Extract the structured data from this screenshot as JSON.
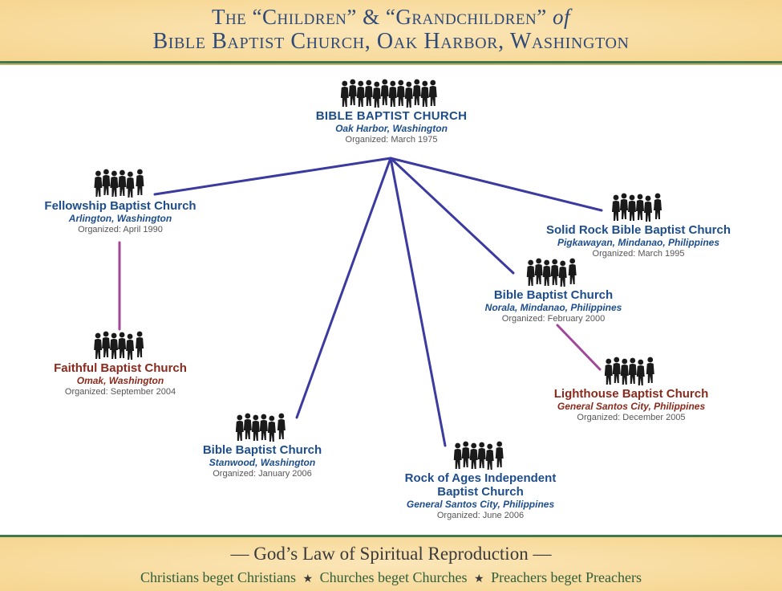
{
  "header": {
    "line1_part1": "The “Children” & “Grandchildren”",
    "line1_part2": "of",
    "line2": "Bible Baptist Church, Oak Harbor, Washington"
  },
  "nodes": {
    "root": {
      "name": "BIBLE BAPTIST CHURCH",
      "location": "Oak Harbor, Washington",
      "organized": "Organized: March 1975"
    },
    "fellowship": {
      "name": "Fellowship Baptist Church",
      "location": "Arlington, Washington",
      "organized": "Organized: April 1990"
    },
    "faithful": {
      "name": "Faithful Baptist Church",
      "location": "Omak, Washington",
      "organized": "Organized: September 2004"
    },
    "stanwood": {
      "name": "Bible Baptist Church",
      "location": "Stanwood, Washington",
      "organized": "Organized: January 2006"
    },
    "rockofages": {
      "name_line1": "Rock of Ages Independent",
      "name_line2": "Baptist Church",
      "location": "General Santos City, Philippines",
      "organized": "Organized: June 2006"
    },
    "norala": {
      "name": "Bible Baptist Church",
      "location": "Norala, Mindanao, Philippines",
      "organized": "Organized: February 2000"
    },
    "solidrock": {
      "name": "Solid Rock Bible Baptist Church",
      "location": "Pigkawayan, Mindanao, Philippines",
      "organized": "Organized: March 1995"
    },
    "lighthouse": {
      "name": "Lighthouse Baptist Church",
      "location": "General Santos City, Philippines",
      "organized": "Organized: December 2005"
    }
  },
  "footer": {
    "title": "— God’s Law of Spiritual Reproduction —",
    "slogan1": "Christians beget Christians",
    "slogan2": "Churches beget Churches",
    "slogan3": "Preachers beget Preachers"
  },
  "colors": {
    "child_link": "#3a3aa0",
    "grandchild_link": "#a0479a",
    "child_text": "#1d4d8c",
    "grandchild_text": "#8b2a1c",
    "accent_green": "#3f7a4f"
  }
}
